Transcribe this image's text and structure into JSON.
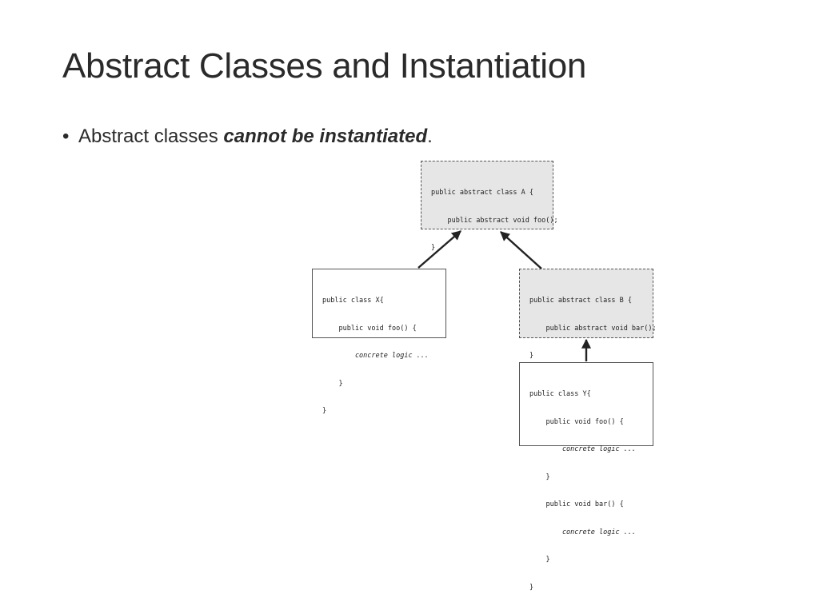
{
  "slide": {
    "title": "Abstract Classes and Instantiation",
    "bullet": {
      "prefix": "Abstract classes ",
      "emphasis": "cannot be instantiated",
      "suffix": "."
    }
  },
  "diagram": {
    "class_a": {
      "kind": "abstract",
      "lines": [
        "public abstract class A {",
        "    public abstract void foo();",
        "}"
      ]
    },
    "class_x": {
      "kind": "concrete",
      "lines": [
        "public class X{",
        "    public void foo() {",
        "        concrete logic ...",
        "    }",
        "}"
      ]
    },
    "class_b": {
      "kind": "abstract",
      "lines": [
        "public abstract class B {",
        "    public abstract void bar();",
        "}"
      ]
    },
    "class_y": {
      "kind": "concrete",
      "lines": [
        "public class Y{",
        "    public void foo() {",
        "        concrete logic ...",
        "    }",
        "    public void bar() {",
        "        concrete logic ...",
        "    }",
        "}"
      ]
    },
    "colors": {
      "abstract_fill": "#e6e6e6",
      "border": "#555555",
      "arrow": "#222222"
    }
  }
}
